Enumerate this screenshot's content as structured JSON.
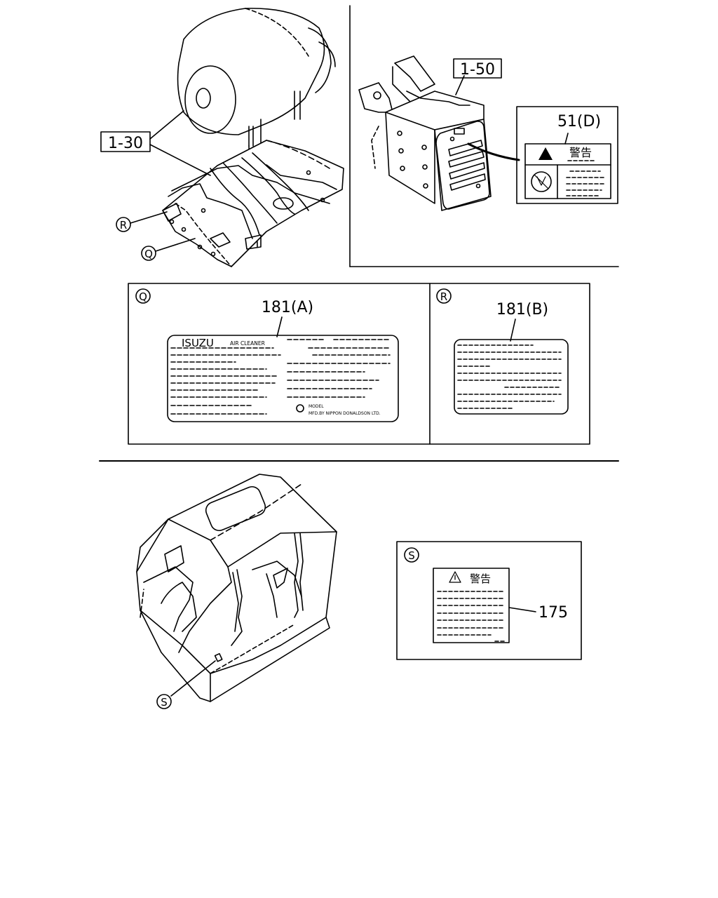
{
  "callouts": {
    "p130": "1-30",
    "p150": "1-50",
    "p51d": "51(D)",
    "p181a": "181(A)",
    "p181b": "181(B)",
    "p175": "175"
  },
  "markers": {
    "q": "Q",
    "r": "R",
    "s": "S"
  },
  "labels": {
    "warning_kanji": "警告",
    "isuzu": "ISUZU",
    "air_cleaner": "AIR CLEANER",
    "model": "MODEL",
    "mfd": "MFD.BY NIPPON DONALDSON LTD."
  }
}
